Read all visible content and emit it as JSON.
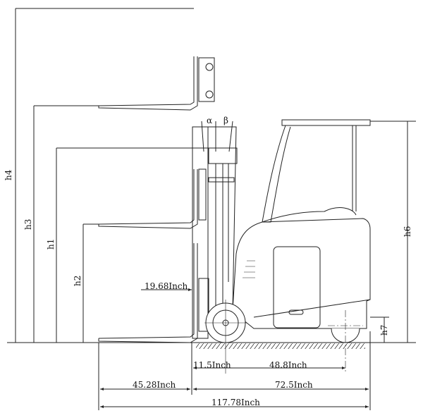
{
  "title": "Forklift side view dimension drawing",
  "labels": {
    "h1": "h1",
    "h2": "h2",
    "h3": "h3",
    "h4": "h4",
    "h6": "h6",
    "h7": "h7",
    "alpha": "α",
    "beta": "β"
  },
  "dimensions": {
    "load_center": "19.68Inch",
    "front_overhang": "11.5Inch",
    "wheelbase": "48.8Inch",
    "fork_length": "45.28Inch",
    "length_to_fork_face": "72.5Inch",
    "overall_length": "117.78Inch"
  }
}
